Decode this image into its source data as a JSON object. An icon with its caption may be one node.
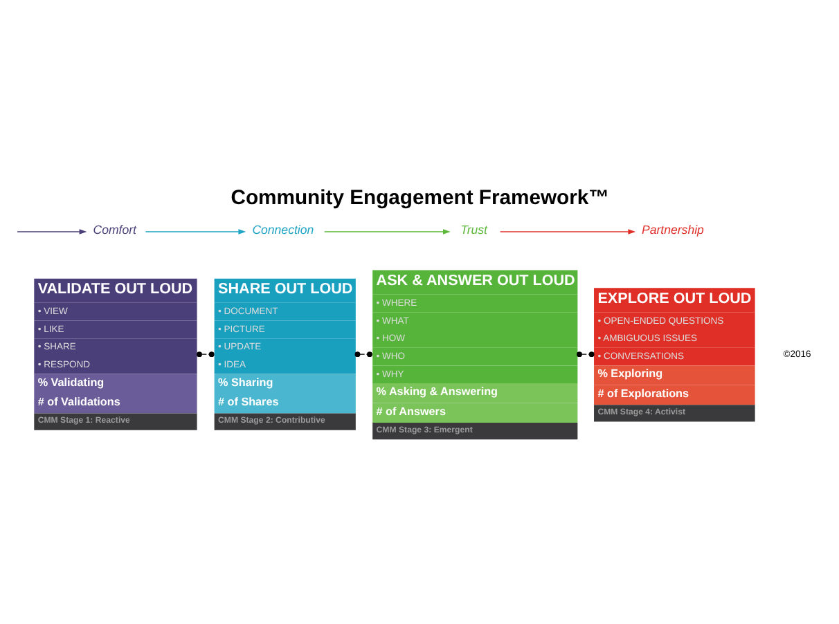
{
  "diagram": {
    "title": "Community Engagement Framework™",
    "nodes": [
      {
        "text": [
          "VALIDATE OUT LOUD",
          "• VIEW",
          "• LIKE",
          "• SHARE",
          "• RESPOND",
          "% Validating",
          "# of Validations",
          "CMM Stage 1: Reactive"
        ]
      },
      {
        "text": [
          "SHARE OUT LOUD",
          "• DOCUMENT",
          "• PICTURE",
          "• UPDATE",
          "• IDEA",
          "% Sharing",
          "# of Shares",
          "CMM Stage 2: Contributive"
        ]
      },
      {
        "text": [
          "ASK & ANSWER OUT LOUD",
          "• WHERE",
          "• WHAT",
          "• HOW",
          "• WHO",
          "• WHY",
          "% Asking & Answering",
          "# of Answers",
          "CMM Stage 3: Emergent"
        ]
      },
      {
        "text": [
          "EXPLORE OUT LOUD",
          "• OPEN-ENDED QUESTIONS",
          "• AMBIGUOUS ISSUES",
          "• CONVERSATIONS",
          "% Exploring",
          "# of Explorations",
          "CMM Stage 4: Activist"
        ]
      },
      {
        "text": [
          "Comfort"
        ]
      },
      {
        "text": [
          "Connection"
        ]
      },
      {
        "text": [
          "Trust"
        ]
      },
      {
        "text": [
          "Partnership"
        ]
      }
    ],
    "edges": [
      {
        "from": null,
        "to": 4,
        "arrow": "to",
        "color": "#4a3f78"
      },
      {
        "from": 4,
        "to": 5,
        "arrow": "to",
        "color": "#1ea3c4"
      },
      {
        "from": 5,
        "to": 6,
        "arrow": "to",
        "color": "#5db83a"
      },
      {
        "from": 6,
        "to": 7,
        "arrow": "to",
        "color": "#e0302a"
      },
      {
        "from": 0,
        "to": 1,
        "arrow": "other",
        "style": "dashed"
      },
      {
        "from": 1,
        "to": 2,
        "arrow": "other",
        "style": "dashed"
      },
      {
        "from": 2,
        "to": 3,
        "arrow": "other",
        "style": "dashed"
      }
    ],
    "labels": [
      "©2016"
    ]
  }
}
